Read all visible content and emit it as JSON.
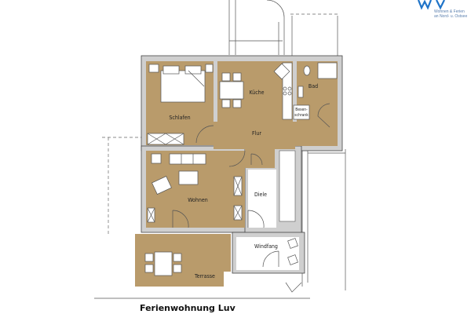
{
  "title": "Ferienwohnung Luv",
  "logo": {
    "tagline_line1": "Wohnen & Ferien",
    "tagline_line2": "an Nord- u. Ostsee",
    "color": "#1e73c8"
  },
  "rooms": {
    "schlafen": "Schlafen",
    "kueche": "Küche",
    "bad": "Bad",
    "besen_line1": "Besen-",
    "besen_line2": "schrank",
    "flur": "Flur",
    "wohnen": "Wohnen",
    "diele": "Diele",
    "windfang": "Windfang",
    "terrasse": "Terrasse"
  },
  "colors": {
    "room_fill": "#b99b6b",
    "wall": "#cfcfcf"
  }
}
